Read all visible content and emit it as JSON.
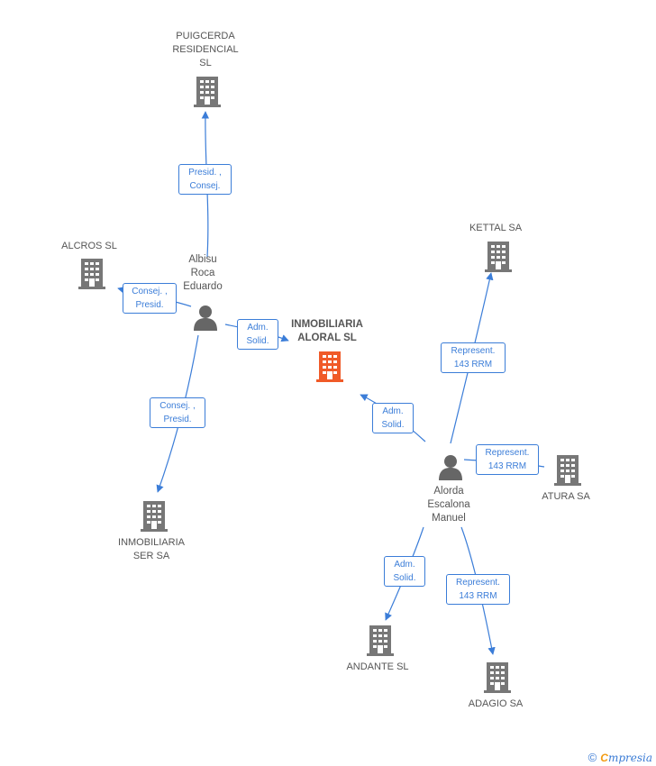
{
  "colors": {
    "edge": "#3b7dd8",
    "company": "#777777",
    "main_company": "#f05a28",
    "person": "#666666"
  },
  "companies": {
    "puigcerda": {
      "label": "PUIGCERDA\nRESIDENCIAL\nSL",
      "icon": "building-icon"
    },
    "alcros": {
      "label": "ALCROS  SL",
      "icon": "building-icon"
    },
    "inmobiliaria_aloral": {
      "label": "INMOBILIARIA\nALORAL SL",
      "icon": "building-icon"
    },
    "kettal": {
      "label": "KETTAL SA",
      "icon": "building-icon"
    },
    "atura": {
      "label": "ATURA SA",
      "icon": "building-icon"
    },
    "inmobiliaria_ser": {
      "label": "INMOBILIARIA\nSER SA",
      "icon": "building-icon"
    },
    "andante": {
      "label": "ANDANTE  SL",
      "icon": "building-icon"
    },
    "adagio": {
      "label": "ADAGIO SA",
      "icon": "building-icon"
    }
  },
  "persons": {
    "albisu": {
      "label": "Albisu\nRoca\nEduardo",
      "icon": "person-icon"
    },
    "alorda": {
      "label": "Alorda\nEscalona\nManuel",
      "icon": "person-icon"
    }
  },
  "edges": {
    "albisu_puigcerda": "Presid. ,\nConsej.",
    "albisu_alcros": "Consej. ,\nPresid.",
    "albisu_aloral": "Adm.\nSolid.",
    "albisu_ser": "Consej. ,\nPresid.",
    "alorda_aloral": "Adm.\nSolid.",
    "alorda_kettal": "Represent.\n143 RRM",
    "alorda_atura": "Represent.\n143 RRM",
    "alorda_andante": "Adm.\nSolid.",
    "alorda_adagio": "Represent.\n143 RRM"
  },
  "footer": {
    "copyright": "©",
    "brand_first": "C",
    "brand_rest": "mpresia"
  }
}
